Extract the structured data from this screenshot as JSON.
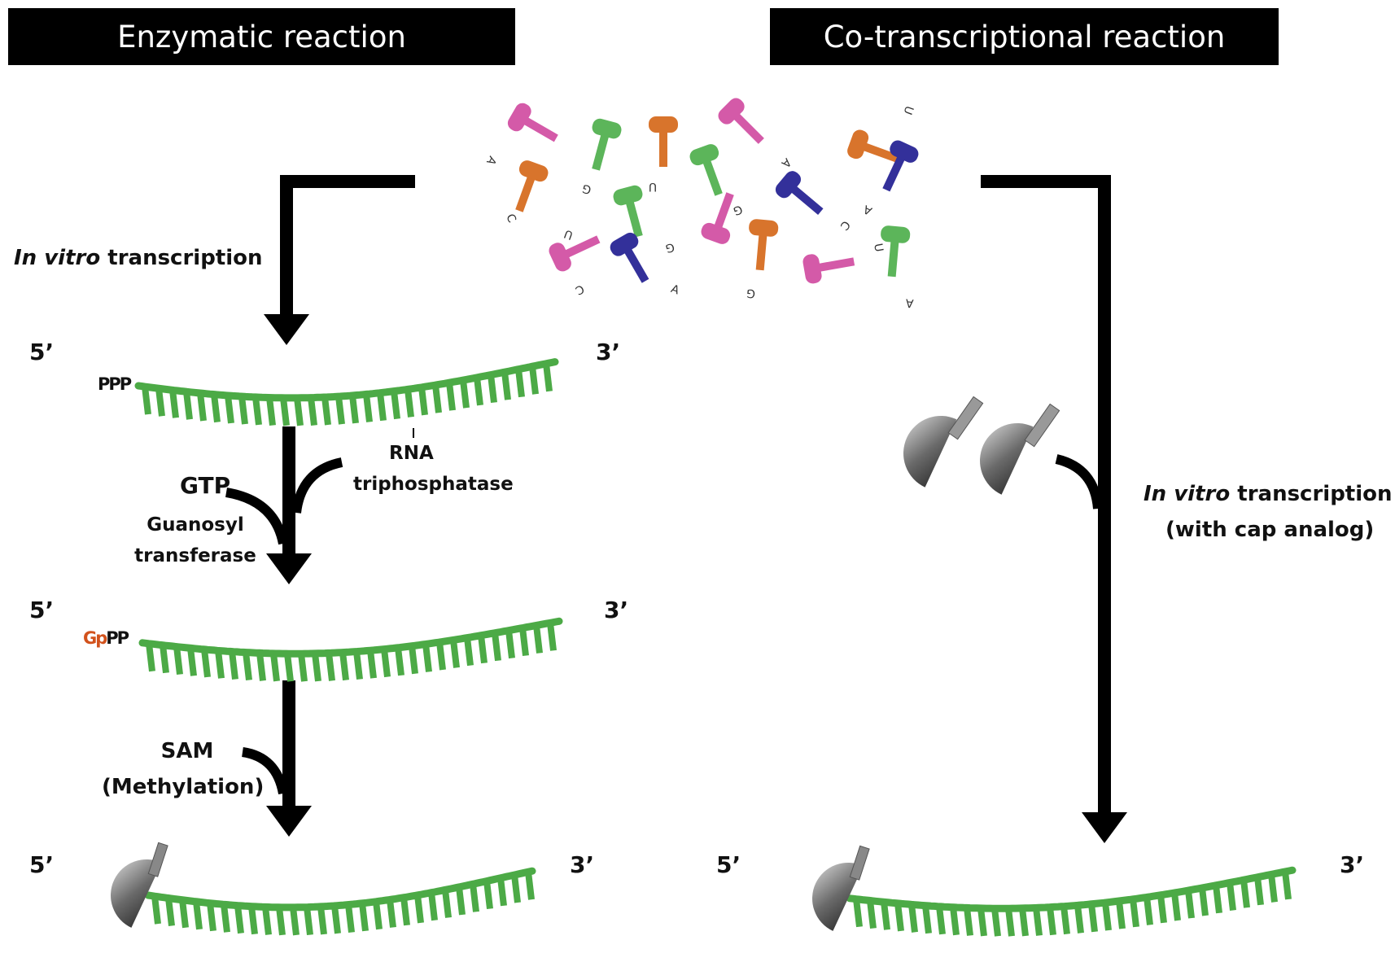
{
  "headers": {
    "left": "Enzymatic reaction",
    "right": "Co-transcriptional reaction"
  },
  "enzymatic": {
    "ivt_italic": "In vitro",
    "ivt_rest": " transcription",
    "gtp": "GTP",
    "guanosyl": "Guanosyl",
    "transferase": "transferase",
    "rna": "RNA",
    "triphosphatase": "triphosphatase",
    "sam": "SAM",
    "methylation": "(Methylation)",
    "prefix_ppp": "PPP",
    "prefix_gp": "Gp",
    "prefix_pp": "PP"
  },
  "cotranscriptional": {
    "ivt_italic": "In vitro",
    "ivt_rest": " transcription",
    "with_cap": "(with cap analog)"
  },
  "ends": {
    "five": "5’",
    "three": "3’"
  },
  "nucleotides": [
    "A",
    "G",
    "U",
    "G",
    "A",
    "U",
    "U",
    "G",
    "C",
    "A",
    "C",
    "C",
    "A",
    "G",
    "U",
    "A",
    "C",
    "G"
  ],
  "colors": {
    "rna_green": "#4caa46",
    "pink": "#d45aa8",
    "orange": "#d8742c",
    "green": "#5cb55a",
    "navy": "#33309a",
    "cap_gray": "#7a7a7a",
    "gp_orange": "#d2521c"
  }
}
